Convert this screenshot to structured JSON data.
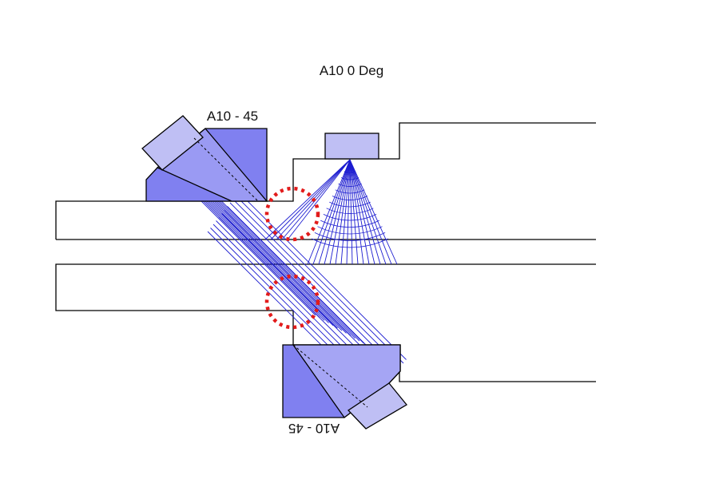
{
  "diagram": {
    "title": "A10 0 Deg",
    "probe_top_label": "A10 - 45",
    "probe_bottom_label": "A10 - 45"
  },
  "colors": {
    "wedge_dark": "#8080F0",
    "wedge_light": "#BFBFF4",
    "beam": "#1C1CD0",
    "highlight": "#E21B1B",
    "outline": "#000000"
  }
}
